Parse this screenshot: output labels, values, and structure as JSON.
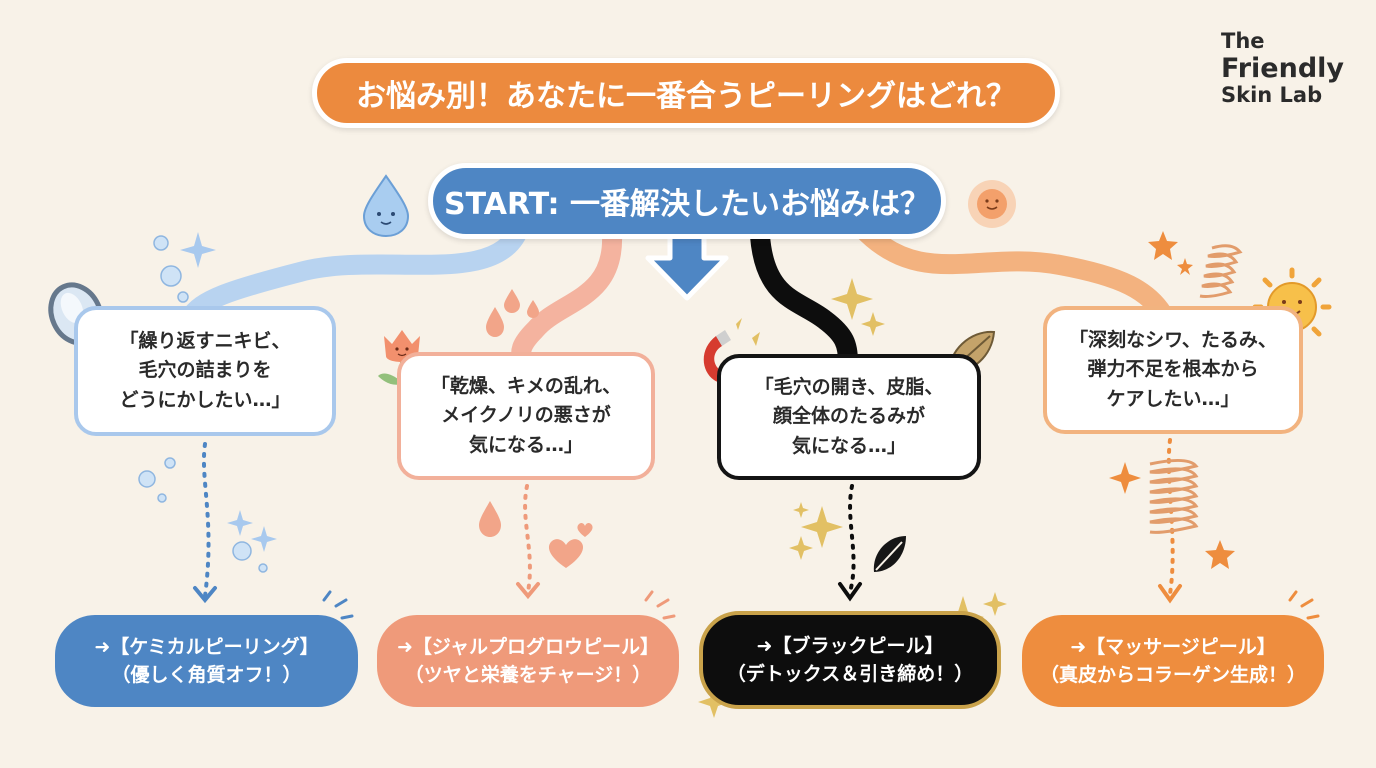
{
  "brand": {
    "line1": "The",
    "line2": "Friendly",
    "line3": "Skin Lab"
  },
  "title": "お悩み別！あなたに一番合うピーリングはどれ？",
  "start": "START: 一番解決したいお悩みは？",
  "concerns": [
    {
      "text": "「繰り返すニキビ、\n毛穴の詰まりを\nどうにかしたい…」"
    },
    {
      "text": "「乾燥、キメの乱れ、\nメイクノリの悪さが\n気になる…」"
    },
    {
      "text": "「毛穴の開き、皮脂、\n顔全体のたるみが\n気になる…」"
    },
    {
      "text": "「深刻なシワ、たるみ、\n弾力不足を根本から\nケアしたい…」"
    }
  ],
  "results": [
    {
      "text": "➜【ケミカルピーリング】\n（優しく角質オフ！）"
    },
    {
      "text": "➜【ジャルプログロウピール】\n（ツヤと栄養をチャージ！）"
    },
    {
      "text": "➜【ブラックピール】\n（デトックス＆引き締め！）"
    },
    {
      "text": "➜【マッサージピール】\n（真皮からコラーゲン生成！）"
    }
  ],
  "colors": {
    "background": "#f8f2e8",
    "title": "#ec8a3e",
    "start": "#4e86c4",
    "blue": "#4e86c4",
    "salmon": "#ef9a7a",
    "black": "#0d0d0d",
    "gold": "#c9a24a",
    "orange": "#ee8d3e"
  },
  "icons": [
    "droplet-face-icon",
    "sun-face-icon",
    "hand-mirror-icon",
    "bubbles-icon",
    "sparkle-icon",
    "tulip-icon",
    "heart-icon",
    "magnet-icon",
    "leaf-icon",
    "spring-icon",
    "star-icon",
    "smiling-sun-icon"
  ]
}
